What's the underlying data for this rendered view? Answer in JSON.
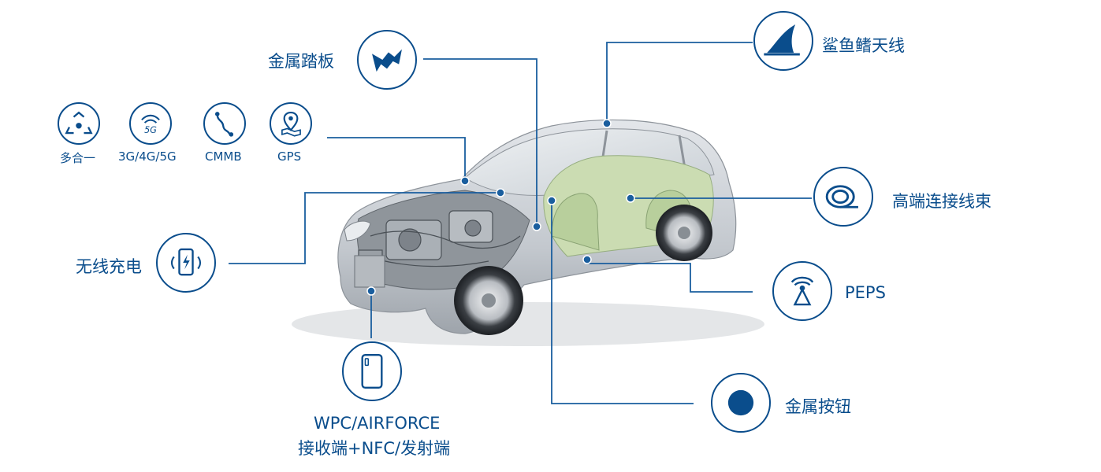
{
  "colors": {
    "primary": "#0a4d8c",
    "line": "#1a5e9e",
    "car_body": "#c9cdd2",
    "interior": "#c8dcb0"
  },
  "components": {
    "metal_pedal": {
      "label": "金属踏板",
      "icon": "pedal-icon"
    },
    "shark_fin_antenna": {
      "label": "鲨鱼鳍天线",
      "icon": "shark-fin-icon"
    },
    "harness": {
      "label": "高端连接线束",
      "icon": "cable-coil-icon"
    },
    "peps": {
      "label": "PEPS",
      "icon": "antenna-signal-icon"
    },
    "metal_button": {
      "label": "金属按钮",
      "icon": "button-dot-icon"
    },
    "wireless_charging": {
      "label": "无线充电",
      "icon": "wireless-phone-icon"
    },
    "wpc": {
      "label_line1": "WPC/AIRFORCE",
      "label_line2": "接收端+NFC/发射端",
      "icon": "phone-icon"
    }
  },
  "antenna_group": [
    {
      "label": "多合一",
      "icon": "recycle-icon"
    },
    {
      "label": "3G/4G/5G",
      "icon": "signal-5g-icon"
    },
    {
      "label": "CMMB",
      "icon": "squiggle-icon"
    },
    {
      "label": "GPS",
      "icon": "map-pin-icon"
    }
  ]
}
